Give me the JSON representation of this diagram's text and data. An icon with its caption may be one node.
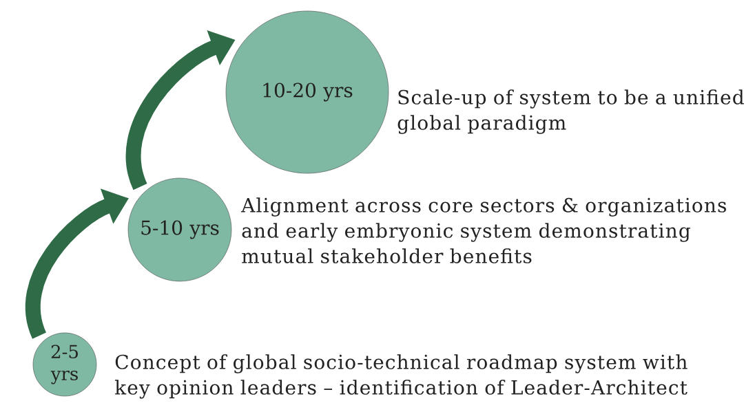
{
  "diagram": {
    "nodes": [
      {
        "text": [
          "2-5 yrs"
        ],
        "beside": [
          "Concept of global socio-technical roadmap system with key opinion leaders – identification of Leader-Architect"
        ]
      },
      {
        "text": [
          "5-10 yrs"
        ],
        "beside": [
          "Alignment across core sectors & organizations and early embryonic system demonstrating mutual stakeholder benefits"
        ]
      },
      {
        "text": [
          "10-20 yrs"
        ],
        "beside": [
          "Scale-up of system to be a unified global paradigm"
        ]
      }
    ],
    "edges": [
      {
        "from": 0,
        "to": 1,
        "arrow": "to"
      },
      {
        "from": 1,
        "to": 2,
        "arrow": "to"
      }
    ]
  }
}
